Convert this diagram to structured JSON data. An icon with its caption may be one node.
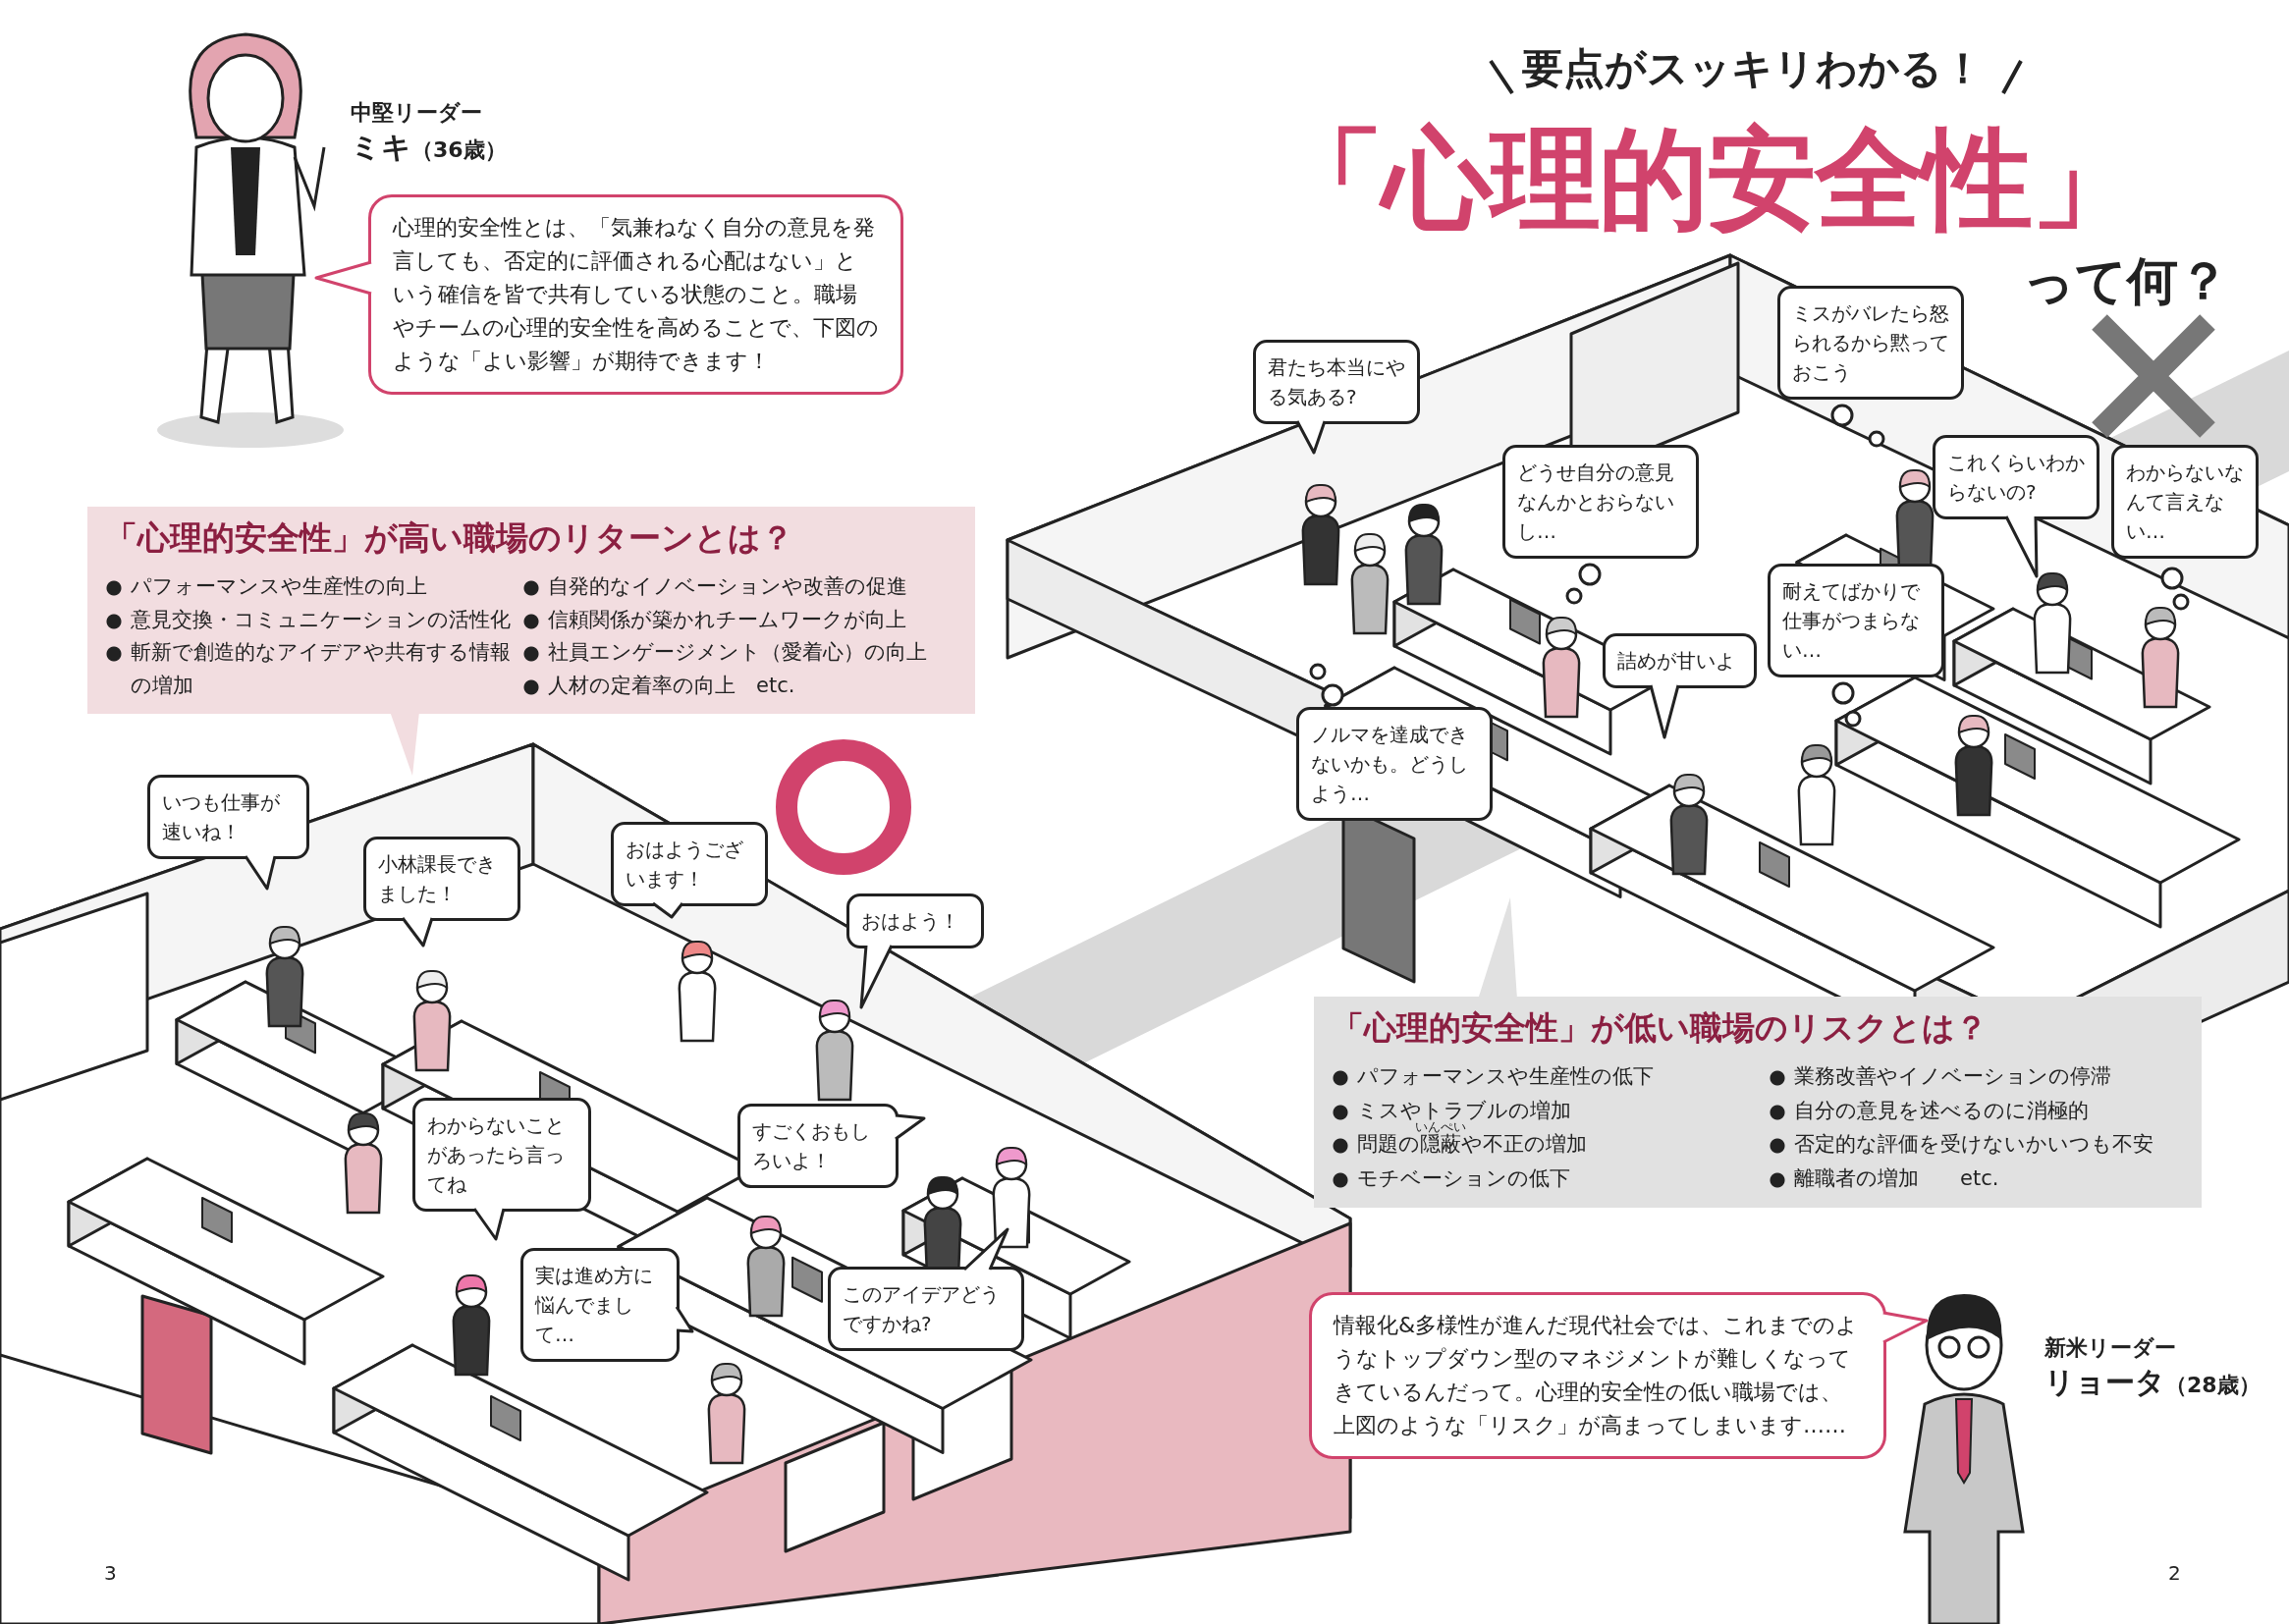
{
  "diagram": {
    "title": "「心理的安全性」",
    "nodes": [
      {
        "text": [
          "心理的安全性とは、「気兼ねなく自分の意見を発言しても、否定的に評価される心配はない」という確信を皆で共有している状態のこと。職場やチームの心理的安全性を高めることで、下図のような「よい影響」が期待できます！"
        ]
      },
      {
        "text": [
          "「心理的安全性」が高い職場のリターンとは？",
          "パフォーマンスや生産性の向上",
          "意見交換・コミュニケーションの活性化",
          "斬新で創造的なアイデアや共有する情報の増加",
          "自発的なイノベーションや改善の促進",
          "信頼関係が築かれチームワークが向上",
          "社員エンゲージメント（愛着心）の向上",
          "人材の定着率の向上　etc."
        ]
      },
      {
        "text": [
          "「心理的安全性」が低い職場のリスクとは？",
          "パフォーマンスや生産性の低下",
          "ミスやトラブルの増加",
          "問題の隠蔽や不正の増加",
          "モチベーションの低下",
          "業務改善やイノベーションの停滞",
          "自分の意見を述べるのに消極的",
          "否定的な評価を受けないかいつも不安",
          "離職者の増加　　etc."
        ]
      },
      {
        "text": [
          "情報化&多様性が進んだ現代社会では、これまでのようなトップダウン型のマネジメントが難しくなってきているんだって。心理的安全性の低い職場では、上図のような「リスク」が高まってしまいます……"
        ]
      },
      {
        "text": [
          "いつも仕事が速いね！"
        ]
      },
      {
        "text": [
          "小林課長できました！"
        ]
      },
      {
        "text": [
          "おはようございます！"
        ]
      },
      {
        "text": [
          "おはよう！"
        ]
      },
      {
        "text": [
          "わからないことがあったら言ってね"
        ]
      },
      {
        "text": [
          "すごくおもしろいよ！"
        ]
      },
      {
        "text": [
          "実は進め方に悩んでまして…"
        ]
      },
      {
        "text": [
          "このアイデアどうですかね?"
        ]
      },
      {
        "text": [
          "君たち本当にやる気ある?"
        ]
      },
      {
        "text": [
          "ミスがバレたら怒られるから黙っておこう"
        ]
      },
      {
        "text": [
          "どうせ自分の意見なんかとおらないし…"
        ]
      },
      {
        "text": [
          "これくらいわからないの?"
        ]
      },
      {
        "text": [
          "わからないなんて言えない…"
        ]
      },
      {
        "text": [
          "耐えてばかりで仕事がつまらない…"
        ]
      },
      {
        "text": [
          "詰めが甘いよ"
        ]
      },
      {
        "text": [
          "ノルマを達成できないかも。どうしよう…"
        ]
      },
      {
        "text": [],
        "shape": "circle"
      },
      {
        "text": [],
        "shape": "cross"
      }
    ],
    "labels": [
      "要点がスッキリわかる！",
      "って何？",
      "中堅リーダー",
      "**ミキ**（36歳）",
      "いんぺい",
      "新米リーダー",
      "**リョータ**（28歳）",
      "3",
      "2"
    ]
  }
}
